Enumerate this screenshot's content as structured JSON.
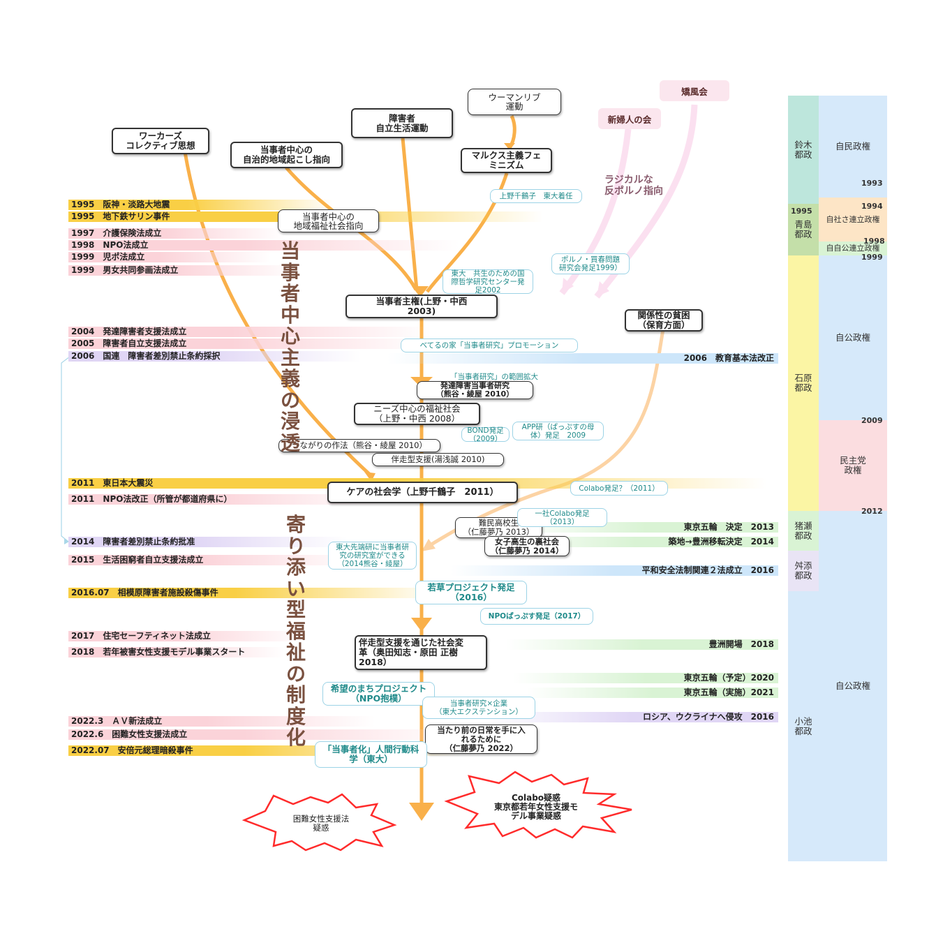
{
  "left_events": [
    {
      "text": "1995　阪神・淡路大地震",
      "color": "#f9cf45"
    },
    {
      "text": "1995　地下鉄サリン事件",
      "color": "#f9cf45"
    },
    {
      "text": "1997　介護保険法成立",
      "color": "#fbd3d9"
    },
    {
      "text": "1998　NPO法成立",
      "color": "#fbd3d9"
    },
    {
      "text": "1999　児ポ法成立",
      "color": "#fbd3d9"
    },
    {
      "text": "1999　男女共同参画法成立",
      "color": "#fbd3d9"
    },
    {
      "text": "2004　発達障害者支援法成立",
      "color": "#fbd3d9"
    },
    {
      "text": "2005　障害者自立支援法成立",
      "color": "#fbd3d9"
    },
    {
      "text": "2006　国連　障害者差別禁止条約採択",
      "color": "#e0d6f5"
    },
    {
      "text": "2011　東日本大震災",
      "color": "#f9cf45"
    },
    {
      "text": "2011　NPO法改正（所管が都道府県に）",
      "color": "#fbd3d9"
    },
    {
      "text": "2014　障害者差別禁止条約批准",
      "color": "#e0d6f5"
    },
    {
      "text": "2015　生活困窮者自立支援法成立",
      "color": "#fbd3d9"
    },
    {
      "text": "2016.07　相模原障害者施設殺傷事件",
      "color": "#f9cf45"
    },
    {
      "text": "2017　住宅セーフティネット法成立",
      "color": "#fbd3d9"
    },
    {
      "text": "2018　若年被害女性支援モデル事業スタート",
      "color": "#fbd3d9"
    },
    {
      "text": "2022.3　ＡＶ新法成立",
      "color": "#fbd3d9"
    },
    {
      "text": "2022.6　困難女性支援法成立",
      "color": "#fbd3d9"
    },
    {
      "text": "2022.07　安倍元総理暗殺事件",
      "color": "#f9cf45"
    }
  ],
  "right_events": [
    {
      "text": "2006　教育基本法改正",
      "color": "#cde6fa"
    },
    {
      "text": "東京五輪　決定　2013",
      "color": "#d9f3d4"
    },
    {
      "text": "築地→豊洲移転決定　2014",
      "color": "#d9f3d4"
    },
    {
      "text": "平和安全法制関連２法成立　2016",
      "color": "#cde6fa"
    },
    {
      "text": "豊洲開場　2018",
      "color": "#d9f3d4"
    },
    {
      "text": "東京五輪（予定）2020",
      "color": "#d9f3d4"
    },
    {
      "text": "東京五輪（実施）2021",
      "color": "#d9f3d4"
    },
    {
      "text": "ロシア、ウクライナへ侵攻　2016",
      "color": "#e0d6f5"
    }
  ],
  "main_boxes": {
    "workers": "ワーカーズ\nコレクティブ思想",
    "local": "当事者中心の\n自治的地域起こし指向",
    "disability": "障害者\n自立生活運動",
    "womanlib": "ウーマンリブ\n運動",
    "marxfem": "マルクス主義フェ\nミニズム",
    "welfare": "当事者中心の\n地域福祉社会指向",
    "sovereignty": "当事者主権(上野・中西\n2003)",
    "poverty": "関係性の貧困\n（保育方面）",
    "needs": "ニーズ中心の福祉社会\n（上野・中西 2008）",
    "hattatsu": "発達障害当事者研究\n（熊谷・綾屋 2010）",
    "tsunagari": "つながりの作法（熊谷・綾屋 2010）",
    "bansou": "伴走型支援(湯浅誠 2010)",
    "care": "ケアの社会学（上野千鶴子　2011）",
    "nanmin": "難民高校生\n（仁藤夢乃 2013）",
    "joshi": "女子高生の裏社会\n（仁藤夢乃 2014）",
    "henkaku": "伴走型支援を通じた社会変\n革（奥田知志・原田 正樹\n2018）",
    "atarimae": "当たり前の日常を手に入\nれるために\n（仁藤夢乃 2022）"
  },
  "teal_boxes": {
    "ueno": "上野千鶴子　東大着任",
    "porno": "ポルノ・買春問題\n研究会発足1999）",
    "todai": "東大　共生のための国\n際哲学研究センター発\n足2002",
    "bethel": "べてるの家「当事者研究」プロモーション",
    "hanni": "「当事者研究」の範囲拡大",
    "bond": "BOND発足\n（2009）",
    "app": "APP研（ぱっぷすの母\n体）発足　2009",
    "colabo1": "Colabo発足？（2011）",
    "colabo2": "一社Colabo発足\n（2013）",
    "sentan": "東大先端研に当事者研\n究の研究室ができる\n（2014熊谷・綾屋）",
    "wakakusa": "若草プロジェクト発足\n（2016）",
    "npopap": "NPOぱっぷす発足（2017）",
    "kibou": "希望のまちプロジェクト\n（NPO抱樸）",
    "kigyou": "当事者研究×企業\n（東大エクステンション）",
    "ningen": "「当事者化」人間行動科\n学（東大）"
  },
  "pink_labels": {
    "kyofu": "矯風会",
    "shinfujin": "新婦人の会"
  },
  "radical": "ラジカルな\n反ポルノ指向",
  "vertical_texts": {
    "upper": "当事者中心主義の浸透",
    "lower": "寄り添い型福祉の制度化"
  },
  "bursts": {
    "left": "困難女性支援法\n疑惑",
    "right": "Colabo疑惑\n東京都若年女性支援モ\nデル事業疑惑"
  },
  "governors": [
    {
      "name": "鈴木\n都政",
      "color": "#bde6dc"
    },
    {
      "name": "青島\n都政",
      "color": "#c4dfa9",
      "year": "1995"
    },
    {
      "name": "石原\n都政",
      "color": "#fbf5a4"
    },
    {
      "name": "猪瀬\n都政",
      "color": "#d9f3d4"
    },
    {
      "name": "舛添\n都政",
      "color": "#e9e4f5"
    },
    {
      "name": "小池\n都政",
      "color": "#d6e9fa"
    }
  ],
  "national": [
    {
      "name": "自民政権",
      "color": "#d6e9fa"
    },
    {
      "name": "自社さ連立政権",
      "color": "#fde5c6"
    },
    {
      "name": "自自公連立政権",
      "color": "#d9f3d4"
    },
    {
      "name": "自公政権",
      "color": "#d6e9fa"
    },
    {
      "name": "民主党\n政権",
      "color": "#fbdde0"
    },
    {
      "name": "自公政権",
      "color": "#d6e9fa"
    }
  ],
  "national_years": [
    "1993",
    "1994",
    "1998",
    "1999",
    "2009",
    "2012"
  ]
}
